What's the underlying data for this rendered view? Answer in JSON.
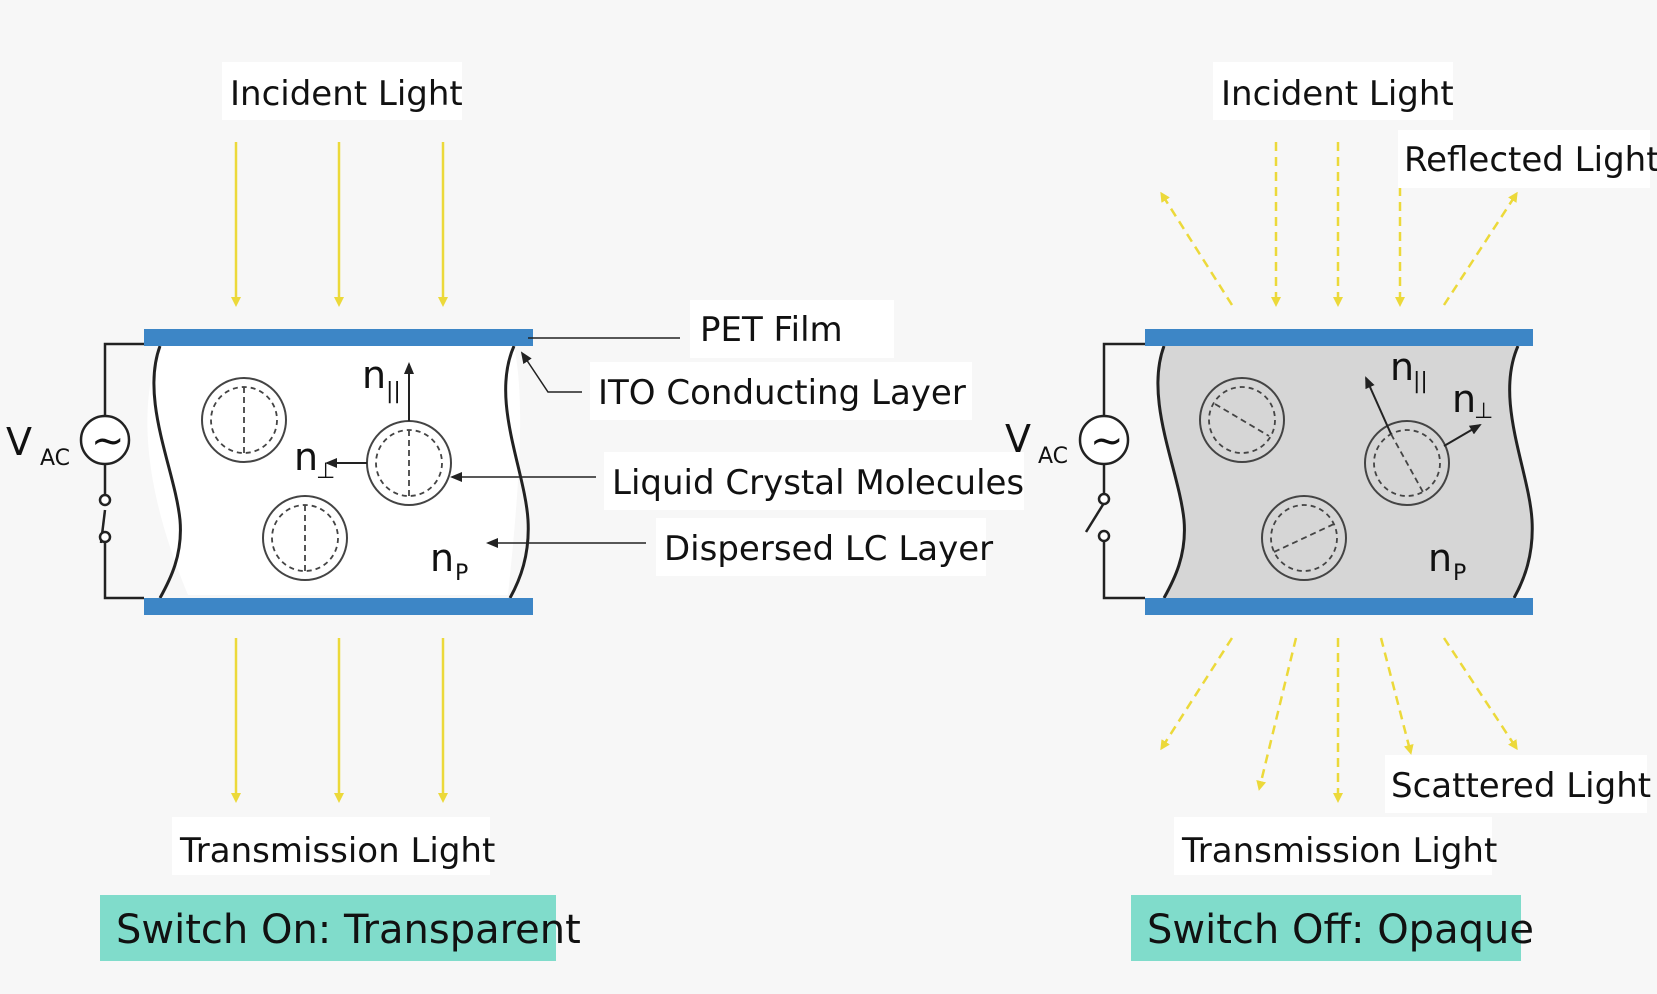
{
  "left_panel": {
    "incident_label": "Incident Light",
    "transmission_label": "Transmission Light",
    "caption": "Switch On: Transparent",
    "vac_main": "V",
    "vac_sub": "AC",
    "n_parallel_main": "n",
    "n_parallel_sub": "||",
    "n_perp_main": "n",
    "n_perp_sub": "⊥",
    "n_p_main": "n",
    "n_p_sub": "P"
  },
  "right_panel": {
    "incident_label": "Incident Light",
    "reflected_label": "Reflected Light",
    "scattered_label": "Scattered Light",
    "transmission_label": "Transmission Light",
    "caption": "Switch Off: Opaque",
    "vac_main": "V",
    "vac_sub": "AC",
    "n_parallel_main": "n",
    "n_parallel_sub": "||",
    "n_perp_main": "n",
    "n_perp_sub": "⊥",
    "n_p_main": "n",
    "n_p_sub": "P"
  },
  "callouts": {
    "pet_film": "PET Film",
    "ito_layer": "ITO Conducting Layer",
    "lc_molecules": "Liquid Crystal Molecules",
    "dispersed_layer": "Dispersed LC Layer"
  },
  "colors": {
    "background": "#f7f7f7",
    "film": "#3d86c6",
    "light": "#ecd93a",
    "opaque_fill": "#d6d6d6",
    "caption_bg": "#80dccb",
    "stroke": "#222222"
  }
}
